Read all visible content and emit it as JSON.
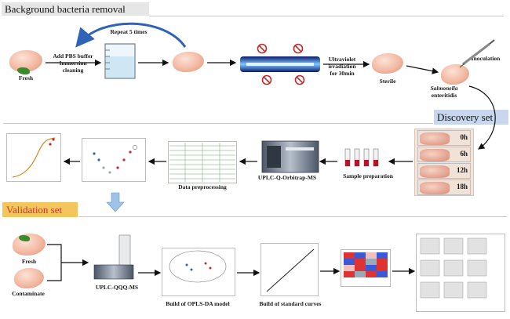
{
  "titles": {
    "background": "Background bacteria removal",
    "discovery": "Discovery set",
    "validation": "Validation set"
  },
  "row1": {
    "fresh": "Fresh",
    "add_pbs": "Add PBS buffer",
    "immersion": "Immersion",
    "cleaning": "cleaning",
    "repeat": "Repeat 5 times",
    "uv_line1": "Ultraviolet",
    "uv_line2": "irradiation",
    "uv_line3": "for 30min",
    "sterile": "Sterile",
    "salmonella": "Salmonella",
    "enteritidis": "enteritidis",
    "inoculation": "Inoculation"
  },
  "row2": {
    "times": [
      "0h",
      "6h",
      "12h",
      "18h"
    ],
    "sample_prep": "Sample preparation",
    "uplc_orbitrap": "UPLC-Q-Orbitrap-MS",
    "data_preproc": "Data preprocessing"
  },
  "row3": {
    "fresh": "Fresh",
    "contaminate": "Contaminate",
    "uplc_qqq": "UPLC-QQQ-MS",
    "oplsda": "Build of OPLS-DA model",
    "std_curves": "Build of standard curves"
  },
  "colors": {
    "arrow_blue": "#2e63b8",
    "discovery_bg": "#c8d6ee",
    "validation_bg": "#f4c55b",
    "validation_text": "#c0392b",
    "tube_red": "#b3162b"
  },
  "icons": [
    "leaf-herb-icon",
    "beaker-icon",
    "uv-lamp-icon",
    "no-bacteria-icon",
    "syringe-icon",
    "mass-spectrometer-icon",
    "test-tube-icon",
    "spreadsheet-icon",
    "volcano-plot-icon",
    "heatmap-icon"
  ]
}
